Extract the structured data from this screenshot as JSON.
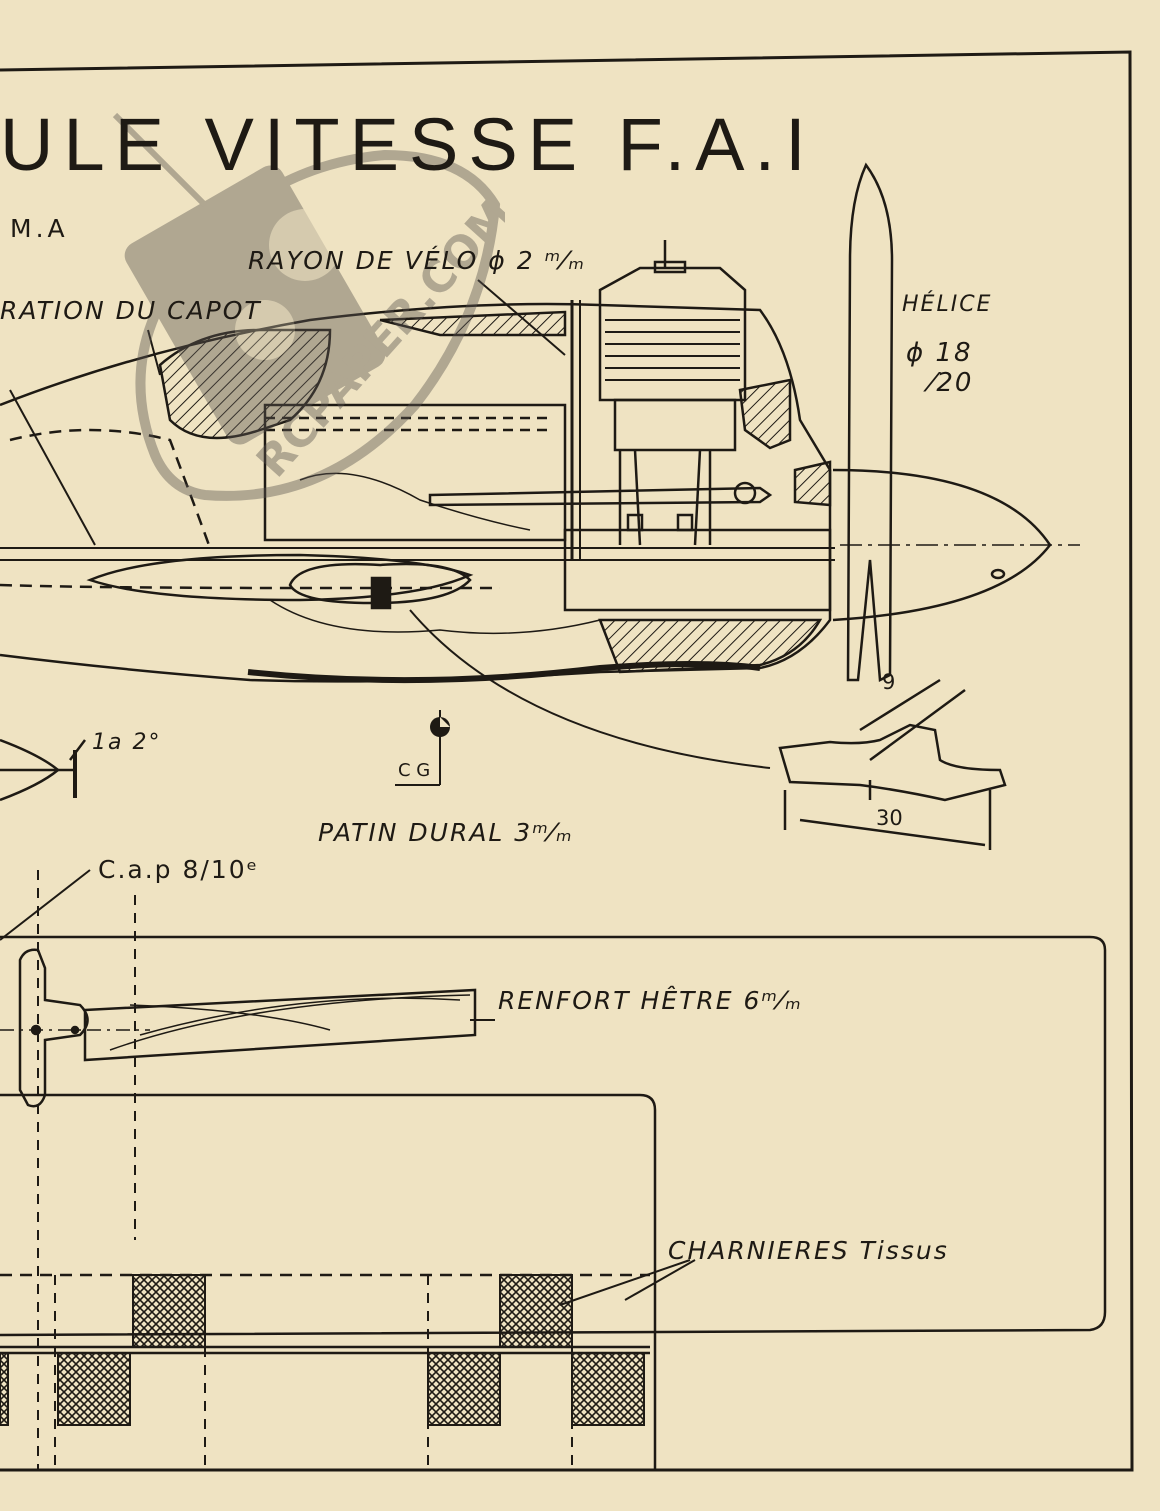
{
  "title": "ULE  VITESSE  F.A.I",
  "subtitle": "M.A",
  "labels": {
    "rayon": "RAYON DE VÉLO ϕ 2 ᵐ⁄ₘ",
    "capot": "RATION  DU CAPOT",
    "helice_line1": "HÉLICE",
    "helice_line2": "ϕ 18",
    "helice_line3": "⁄20",
    "dim_9": "9",
    "dim_30": "30",
    "angle": "1a 2°",
    "cg": "C G",
    "patin": "PATIN  DURAL  3ᵐ⁄ₘ",
    "cap": "C.a.p  8/10ᵉ",
    "renfort": "RENFORT  HÊTRE 6ᵐ⁄ₘ",
    "charnieres": "CHARNIERES  Tissus"
  },
  "watermark": "RCPAPER.COM",
  "colors": {
    "paper": "#efe3c2",
    "ink": "#1e1a14",
    "watermark": "#5a5550"
  }
}
